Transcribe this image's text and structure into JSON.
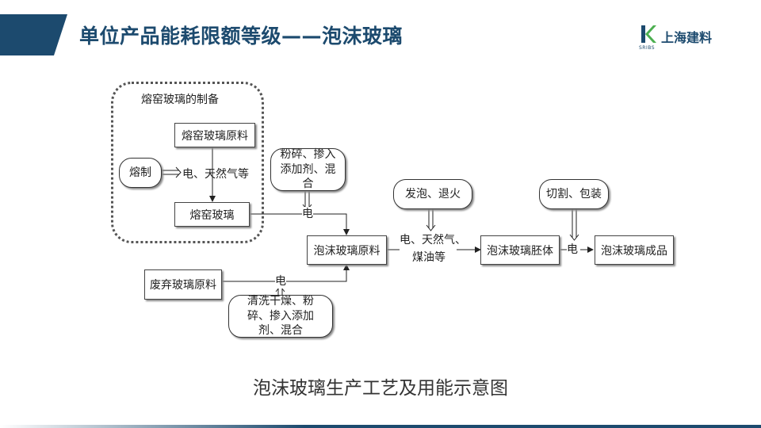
{
  "header": {
    "title": "单位产品能耗限额等级——泡沫玻璃"
  },
  "logo": {
    "name": "上海建料",
    "sub": "SRIBS"
  },
  "diagram": {
    "group_label": "熔窑玻璃的制备",
    "nodes": {
      "raw_material": "熔窑玻璃原料",
      "melt": "熔制",
      "kiln_glass": "熔窑玻璃",
      "crush_mix_1": "粉碎、掺入添加剂、混合",
      "waste_glass": "废弃玻璃原料",
      "clean_mix": "清洗干燥、粉碎、掺入添加剂、混合",
      "foam_raw": "泡沫玻璃原料",
      "foam_anneal": "发泡、退火",
      "foam_body": "泡沫玻璃胚体",
      "cut_pack": "切割、包装",
      "product": "泡沫玻璃成品"
    },
    "labels": {
      "energy_melt": "电、天然气等",
      "elec_1": "电",
      "elec_2": "电",
      "energy_foam_line1": "电、天然气、",
      "energy_foam_line2": "煤油等",
      "elec_3": "电"
    }
  },
  "caption": "泡沫玻璃生产工艺及用能示意图"
}
